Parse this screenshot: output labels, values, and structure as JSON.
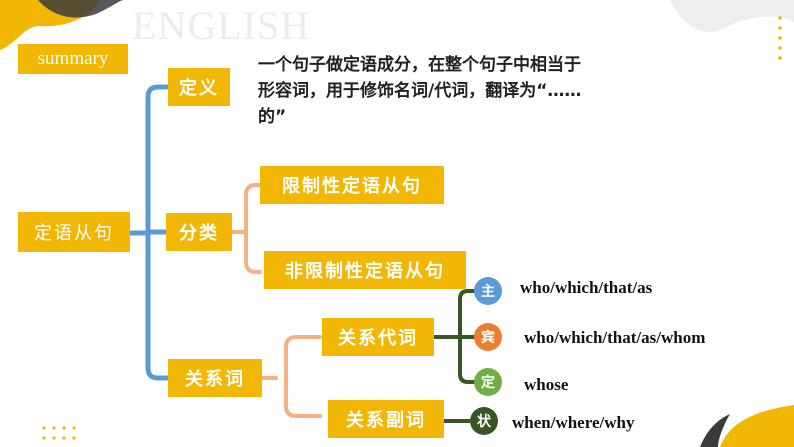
{
  "watermark": "ENGLISH",
  "summary_label": "summary",
  "root": "定语从句",
  "branches": {
    "definition": {
      "label": "定义",
      "text": "一个句子做定语成分，在整个句子中相当于形容词，用于修饰名词/代词，翻译为“……的”"
    },
    "classification": {
      "label": "分类",
      "restrictive": "限制性定语从句",
      "nonrestrictive": "非限制性定语从句"
    },
    "relatives": {
      "label": "关系词",
      "pronouns": {
        "label": "关系代词",
        "items": [
          {
            "role": "主",
            "words": "who/which/that/as"
          },
          {
            "role": "宾",
            "words": "who/which/that/as/whom"
          },
          {
            "role": "定",
            "words": "whose"
          }
        ]
      },
      "adverbs": {
        "label": "关系副词",
        "role": "状",
        "words": "when/where/why"
      }
    }
  },
  "colors": {
    "tag": "#f2b705",
    "root_bracket": "#5b9bd5",
    "orange_bracket": "#f4b183",
    "green_bracket": "#375623",
    "circle_subject": "#5b9bd5",
    "circle_object": "#ed7d31",
    "circle_attributive": "#70ad47",
    "circle_adverbial": "#375623"
  }
}
